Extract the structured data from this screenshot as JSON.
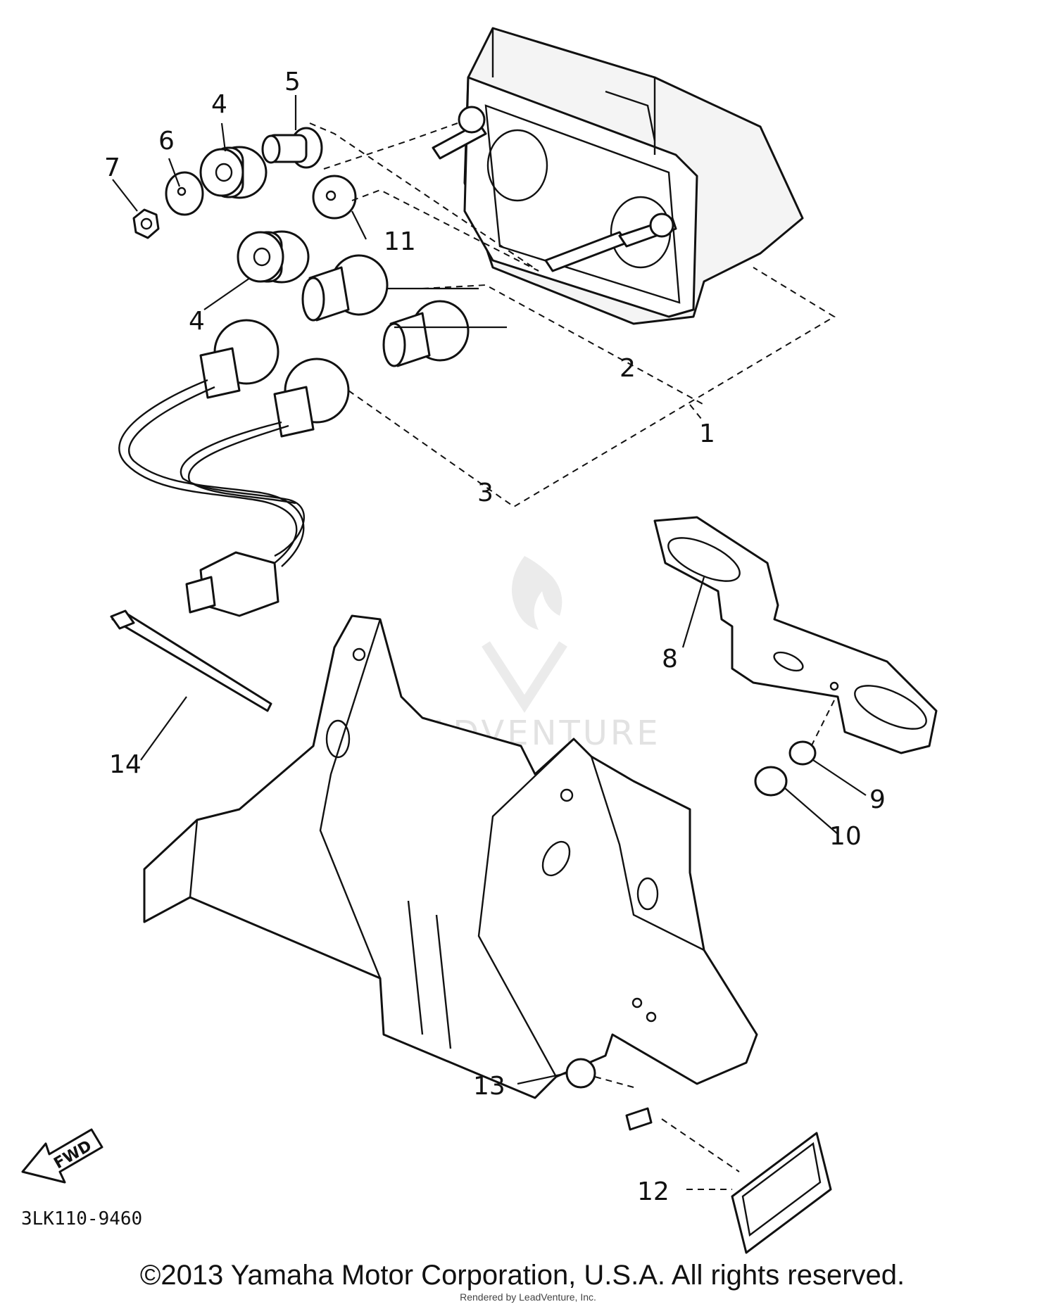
{
  "diagram": {
    "callouts": [
      {
        "id": "1",
        "text": "1"
      },
      {
        "id": "2",
        "text": "2"
      },
      {
        "id": "3",
        "text": "3"
      },
      {
        "id": "4a",
        "text": "4"
      },
      {
        "id": "4b",
        "text": "4"
      },
      {
        "id": "5",
        "text": "5"
      },
      {
        "id": "6",
        "text": "6"
      },
      {
        "id": "7",
        "text": "7"
      },
      {
        "id": "8",
        "text": "8"
      },
      {
        "id": "9",
        "text": "9"
      },
      {
        "id": "10",
        "text": "10"
      },
      {
        "id": "11",
        "text": "11"
      },
      {
        "id": "12",
        "text": "12"
      },
      {
        "id": "13",
        "text": "13"
      },
      {
        "id": "14",
        "text": "14"
      }
    ],
    "direction_label": "FWD",
    "reference_code": "3LK110-9460",
    "watermark": "LEADVENTURE",
    "copyright": "©2013 Yamaha Motor Corporation, U.S.A. All rights reserved.",
    "rendered_by": "Rendered by LeadVenture, Inc."
  }
}
